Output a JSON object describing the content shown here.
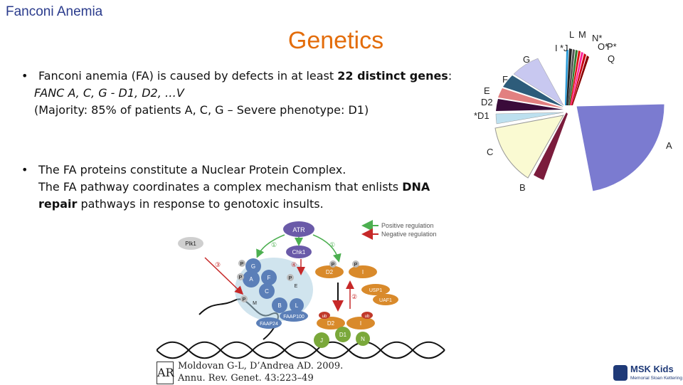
{
  "header": {
    "topic": "Fanconi Anemia",
    "title": "Genetics"
  },
  "bullets": [
    {
      "marker": "•",
      "line1_pre": "Fanconi anemia (FA) is caused by defects in at least ",
      "line1_bold": "22 distinct genes",
      "line1_post": ":",
      "line2": "FANC A, C,  G - D1, D2, …V",
      "line3": "(Majority: 85% of patients A, C, G – Severe phenotype: D1)"
    },
    {
      "marker": "•",
      "line1": "The FA proteins constitute a Nuclear Protein Complex.",
      "line2_pre": "The FA pathway coordinates a complex mechanism that enlists ",
      "line2_bold": "DNA",
      "line3_bold": "repair",
      "line3_post": " pathways in response to genotoxic insults."
    }
  ],
  "pie_labels": [
    "A",
    "B",
    "C",
    "*D1",
    "D2",
    "E",
    "F",
    "G",
    "I",
    "*J",
    "L",
    "M",
    "N*",
    "O*",
    "P*",
    "Q"
  ],
  "pathway_figure": {
    "legend_positive": "Positive regulation",
    "legend_negative": "Negative regulation",
    "nodes": [
      "ATR",
      "Plk1",
      "Chk1",
      "G",
      "A",
      "F",
      "E",
      "C",
      "M",
      "B",
      "L",
      "FAAP100",
      "FAAP24",
      "D2",
      "I",
      "USP1",
      "UAF1",
      "J",
      "D1",
      "N"
    ],
    "phospho_label": "P",
    "ub_label": "ub",
    "step_labels": [
      "①",
      "①",
      "②",
      "③",
      "④"
    ]
  },
  "citation": {
    "logo": "AR",
    "line1": "Moldovan G-L, D’Andrea AD. 2009.",
    "line2": "Annu. Rev. Genet. 43:223–49"
  },
  "logo": {
    "name": "MSK Kids",
    "subtitle": "Memorial Sloan Kettering"
  },
  "colors": {
    "title": "#e36c0a",
    "topic": "#2a3b8c",
    "pie_A": "#7b7bd0",
    "pie_C": "#fafad2",
    "pie_G": "#c8c8f0",
    "positive_arrow": "#4caf50",
    "negative_arrow": "#c62828"
  }
}
